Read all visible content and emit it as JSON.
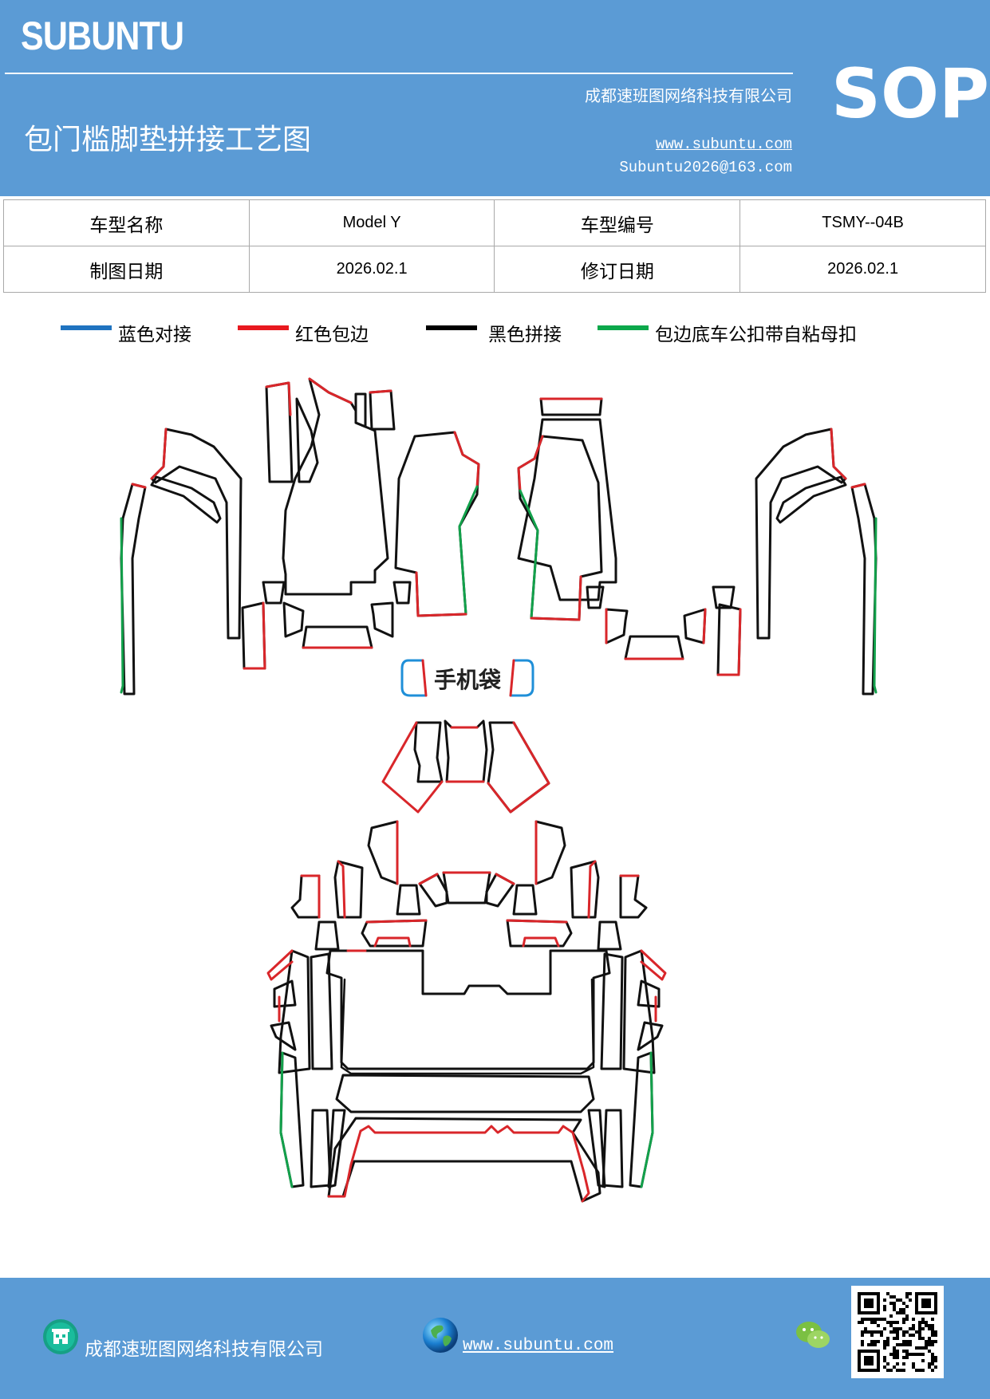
{
  "header": {
    "brand": "SUBUNTU",
    "company": "成都速班图网络科技有限公司",
    "title": "包门槛脚垫拼接工艺图",
    "website": "www.subuntu.com",
    "email": "Subuntu2026@163.com",
    "badge": "SOP"
  },
  "info_table": {
    "rows": [
      [
        {
          "text": "车型名称",
          "kind": "label"
        },
        {
          "text": "Model Y",
          "kind": "value"
        },
        {
          "text": "车型编号",
          "kind": "label"
        },
        {
          "text": "TSMY--04B",
          "kind": "value"
        }
      ],
      [
        {
          "text": "制图日期",
          "kind": "label"
        },
        {
          "text": "2026.02.1",
          "kind": "value"
        },
        {
          "text": "修订日期",
          "kind": "label"
        },
        {
          "text": "2026.02.1",
          "kind": "value"
        }
      ]
    ]
  },
  "legend": {
    "items": [
      {
        "label": "蓝色对接",
        "color": "#1f73c0"
      },
      {
        "label": "红色包边",
        "color": "#e8191f"
      },
      {
        "label": "黑色拼接",
        "color": "#000000"
      },
      {
        "label": "包边底车公扣带自粘母扣",
        "color": "#0ca84b"
      }
    ]
  },
  "diagram": {
    "pocket_label": "手机袋",
    "colors": {
      "black": "#111111",
      "red": "#d9262a",
      "green": "#12a14b",
      "blue": "#1f8fd8"
    }
  },
  "footer": {
    "company": "成都速班图网络科技有限公司",
    "website": "www.subuntu.com",
    "badge_icon": "building-icon",
    "globe_icon": "globe-icon",
    "wechat_icon": "wechat-icon",
    "qr_icon": "qr-code-icon"
  }
}
